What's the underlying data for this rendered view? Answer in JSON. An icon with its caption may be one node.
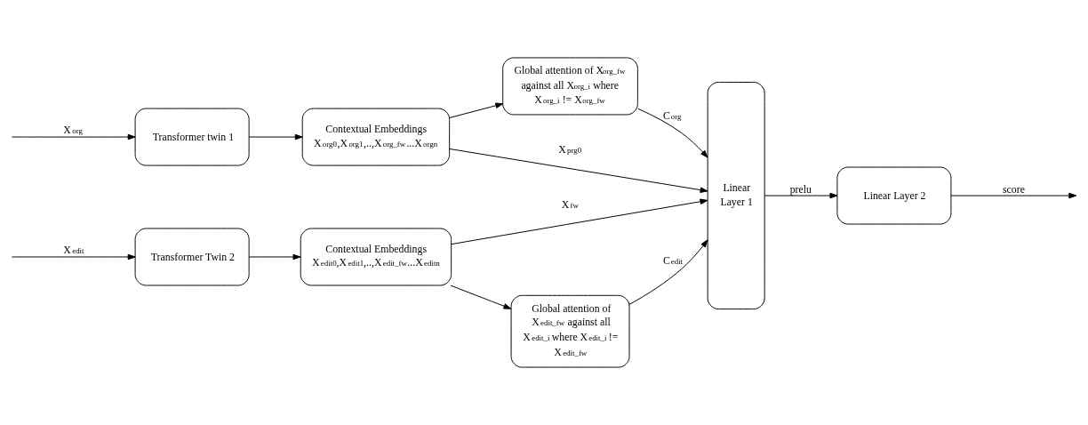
{
  "diagram": {
    "nodes": [
      {
        "text": [
          "Transformer twin 1"
        ]
      },
      {
        "text": [
          "Contextual Embeddings",
          "X$_{org0}$,X$_{org1}$,..,X$_{org_fw}$...X$_{orgn}$"
        ]
      },
      {
        "text": [
          "Global attention of X$_{org_fw}$ against all X$_{org_i}$ where X$_{org_i}$ != X$_{org_fw}$"
        ]
      },
      {
        "text": [
          "Linear Layer 1"
        ]
      },
      {
        "text": [
          "Linear Layer 2"
        ]
      },
      {
        "text": [
          "Transformer Twin 2"
        ]
      },
      {
        "text": [
          "Contextual Embeddings",
          "X$_{edit0}$,X$_{edit1}$,..,X$_{edit_fw}$...X$_{editn}$"
        ]
      },
      {
        "text": [
          "Global attention of X$_{edit_fw}$ against all X$_{edit_i}$ where X$_{edit_i}$ != X$_{edit_fw}$"
        ]
      }
    ],
    "edges": [
      {
        "from": null,
        "to": 0,
        "arrow": "to",
        "label": "X$_{org}$"
      },
      {
        "from": 0,
        "to": 1,
        "arrow": "to"
      },
      {
        "from": 1,
        "to": 2,
        "arrow": "to"
      },
      {
        "from": 2,
        "to": 3,
        "arrow": "to",
        "label": "C$_{org}$"
      },
      {
        "from": 1,
        "to": 3,
        "arrow": "to",
        "label": "X$_{prg0}$"
      },
      {
        "from": 6,
        "to": 3,
        "arrow": "to",
        "label": "X$_{fw}$"
      },
      {
        "from": null,
        "to": 5,
        "arrow": "to",
        "label": "X$_{edit}$"
      },
      {
        "from": 5,
        "to": 6,
        "arrow": "to"
      },
      {
        "from": 6,
        "to": 7,
        "arrow": "to"
      },
      {
        "from": 7,
        "to": 3,
        "arrow": "to",
        "label": "C$_{edit}$"
      },
      {
        "from": 3,
        "to": 4,
        "arrow": "to",
        "label": "prelu"
      },
      {
        "from": 4,
        "to": null,
        "arrow": "to",
        "label": "score"
      }
    ]
  }
}
